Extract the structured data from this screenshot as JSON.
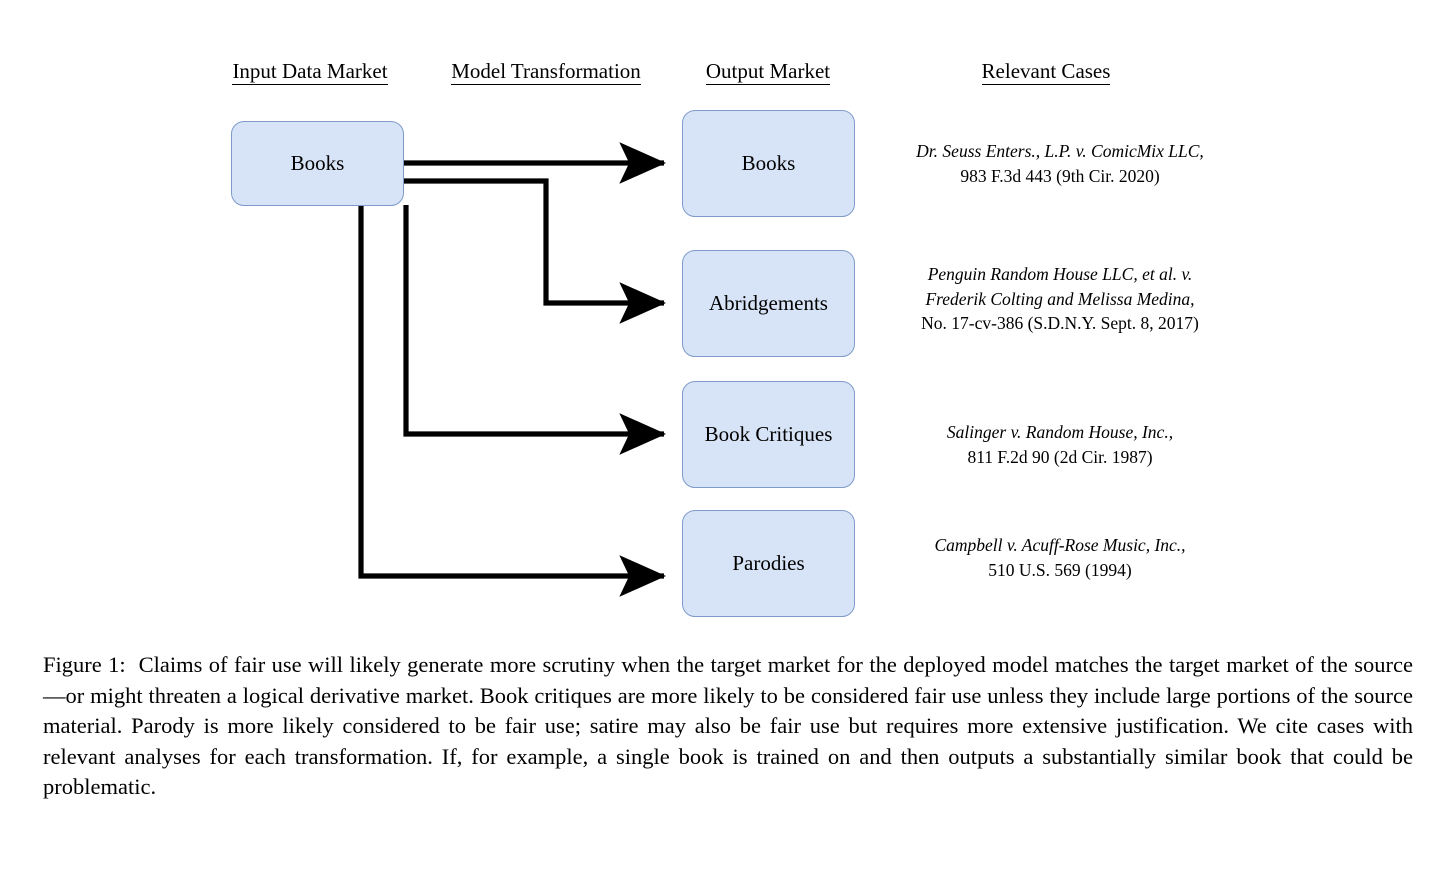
{
  "figure": {
    "headers": [
      {
        "id": "input-data-market",
        "label": "Input Data Market"
      },
      {
        "id": "model-transformation",
        "label": "Model Transformation"
      },
      {
        "id": "output-market",
        "label": "Output Market"
      },
      {
        "id": "relevant-cases",
        "label": "Relevant Cases"
      }
    ],
    "input_nodes": [
      {
        "id": "books",
        "label": "Books"
      }
    ],
    "output_nodes": [
      {
        "id": "books",
        "label": "Books"
      },
      {
        "id": "abridgements",
        "label": "Abridgements"
      },
      {
        "id": "book-critiques",
        "label": "Book Critiques"
      },
      {
        "id": "parodies",
        "label": "Parodies"
      }
    ],
    "cases": [
      {
        "id": "dr-seuss-comicmix",
        "name": "Dr. Seuss Enters., L.P. v. ComicMix LLC,",
        "reference": "983 F.3d 443 (9th Cir. 2020)"
      },
      {
        "id": "penguin-colting",
        "name_line1": "Penguin Random House LLC, et al. v.",
        "name_line2": "Frederik Colting and Melissa Medina,",
        "reference": "No. 17-cv-386 (S.D.N.Y. Sept. 8, 2017)"
      },
      {
        "id": "salinger-random-house",
        "name": "Salinger v. Random House, Inc.,",
        "reference": "811 F.2d 90 (2d Cir. 1987)"
      },
      {
        "id": "campbell-acuff-rose",
        "name": "Campbell v. Acuff-Rose Music, Inc.,",
        "reference": "510 U.S. 569 (1994)"
      }
    ],
    "edges": [
      {
        "id": "books-to-books",
        "from": "books",
        "to": "books"
      },
      {
        "id": "books-to-abridgements",
        "from": "books",
        "to": "abridgements"
      },
      {
        "id": "books-to-book-critiques",
        "from": "books",
        "to": "book-critiques"
      },
      {
        "id": "books-to-parodies",
        "from": "books",
        "to": "parodies"
      }
    ],
    "colors": {
      "node_fill": "#d7e3f6",
      "node_border": "#7f9bcb",
      "edge": "#000000",
      "text": "#000000",
      "background": "#ffffff"
    }
  },
  "caption": {
    "label": "Figure 1:",
    "text": "Claims of fair use will likely generate more scrutiny when the target market for the deployed model matches the target market of the source—or might threaten a logical derivative market. Book critiques are more likely to be considered fair use unless they include large portions of the source material. Parody is more likely considered to be fair use; satire may also be fair use but requires more extensive justification. We cite cases with relevant analyses for each transformation. If, for example, a single book is trained on and then outputs a substantially similar book that could be problematic."
  }
}
